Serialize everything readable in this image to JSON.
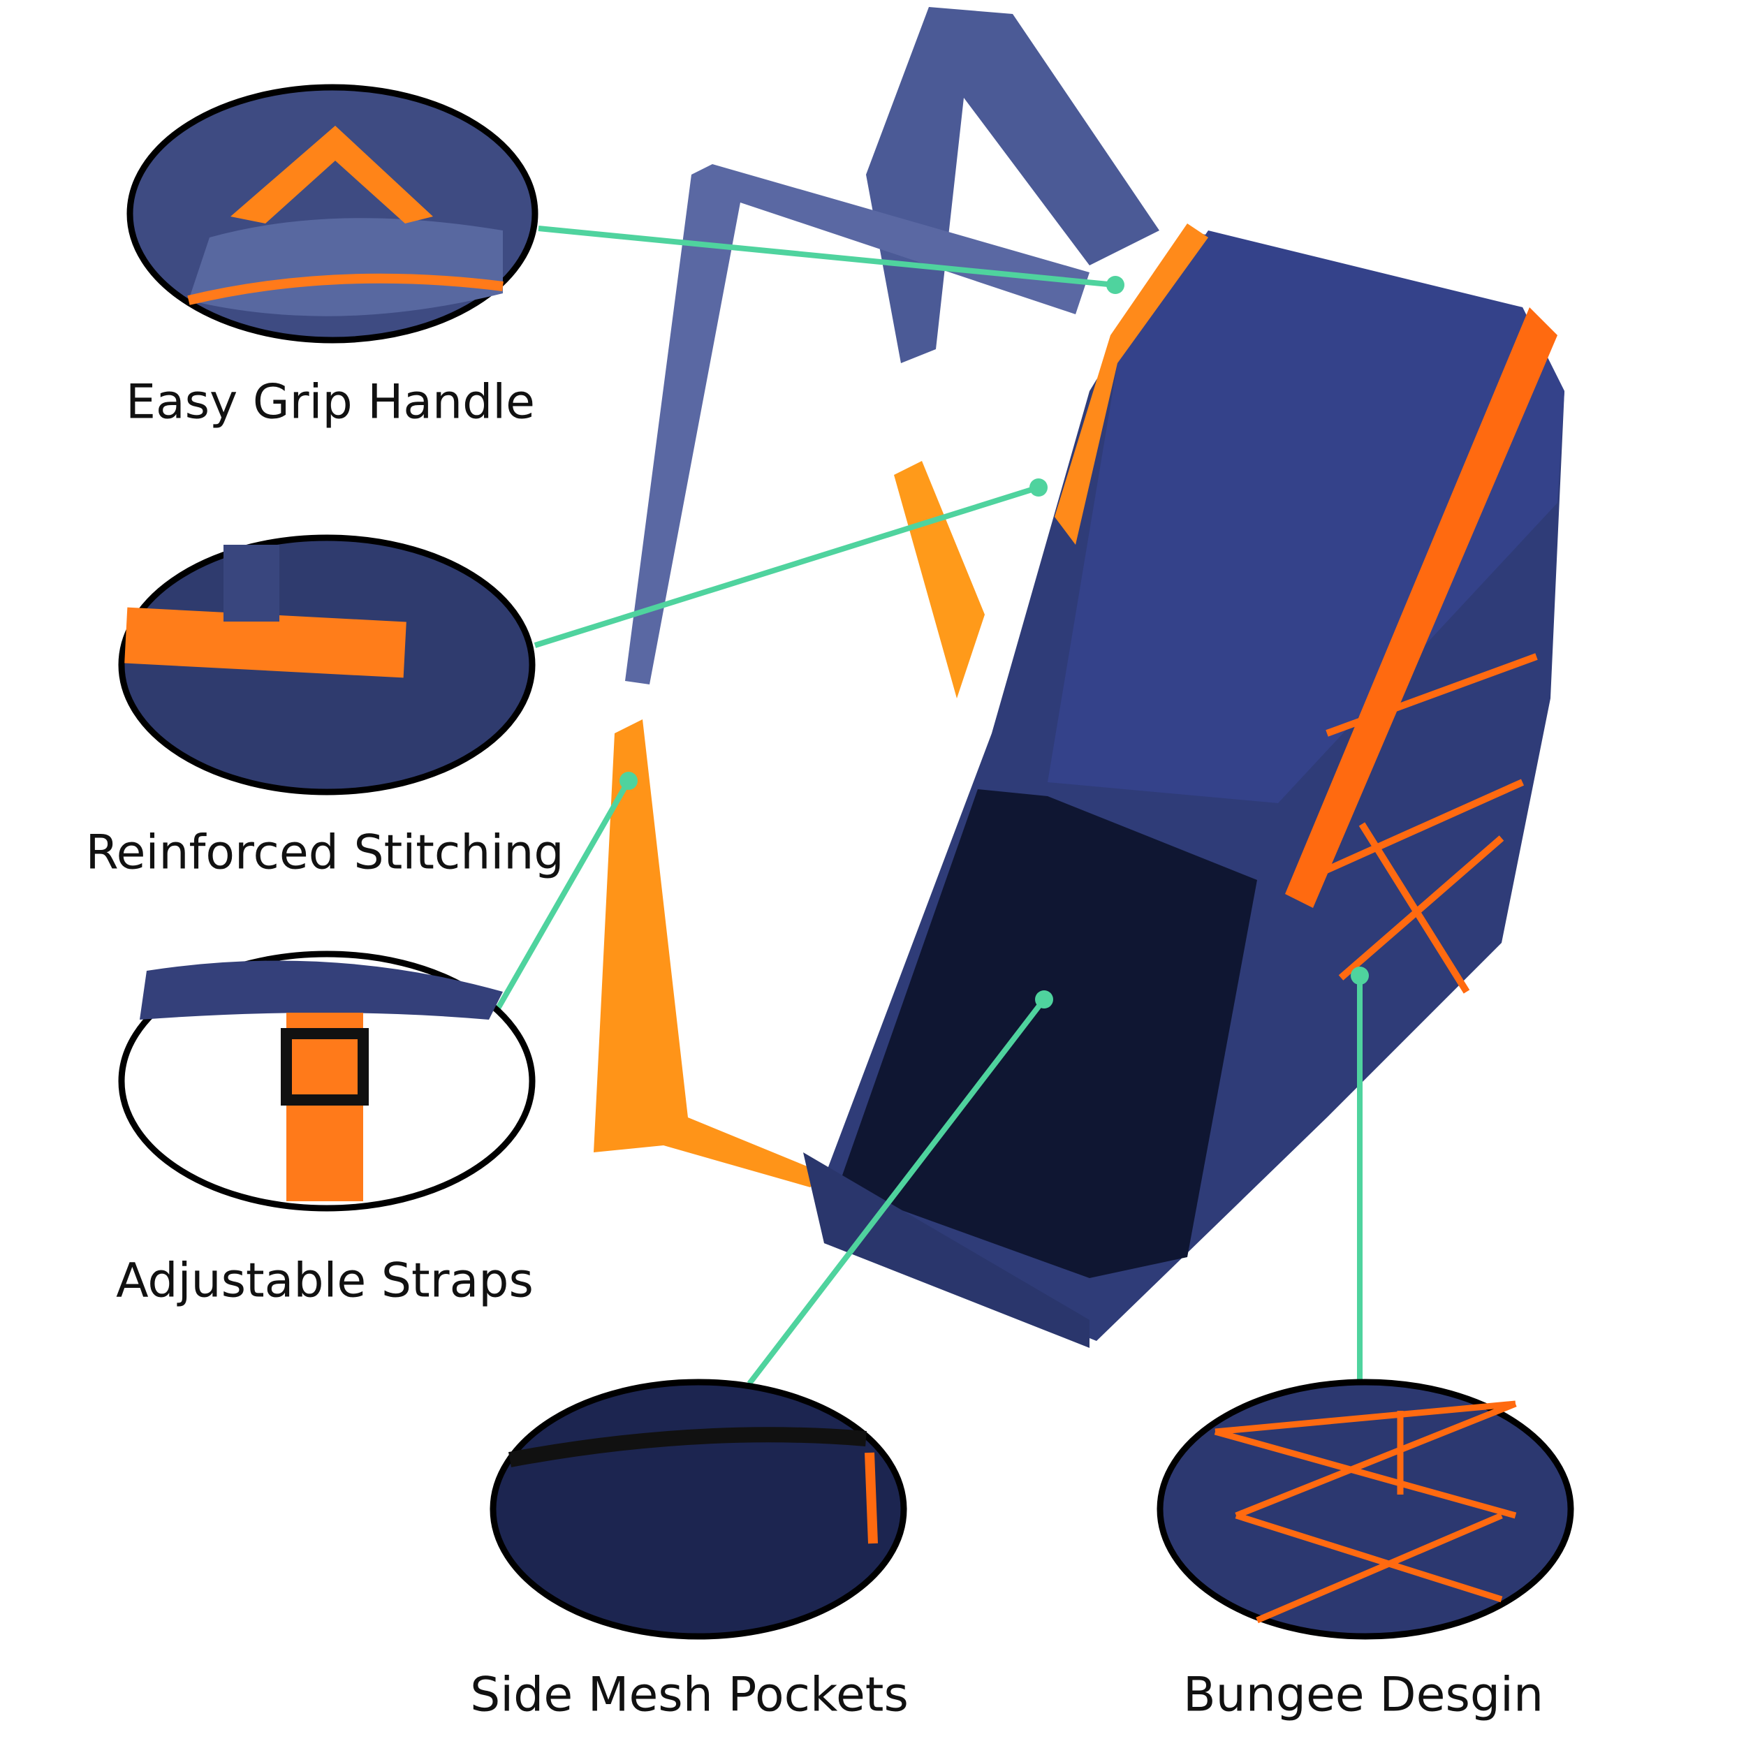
{
  "colors": {
    "callout_line": "#4fd39e",
    "navy": "#2c3a72",
    "orange": "#ff7a1a",
    "outline": "#000000"
  },
  "features": [
    {
      "label": "Easy Grip Handle"
    },
    {
      "label": "Reinforced Stitching"
    },
    {
      "label": "Adjustable Straps"
    },
    {
      "label": "Side Mesh Pockets"
    },
    {
      "label": "Bungee Desgin"
    }
  ]
}
